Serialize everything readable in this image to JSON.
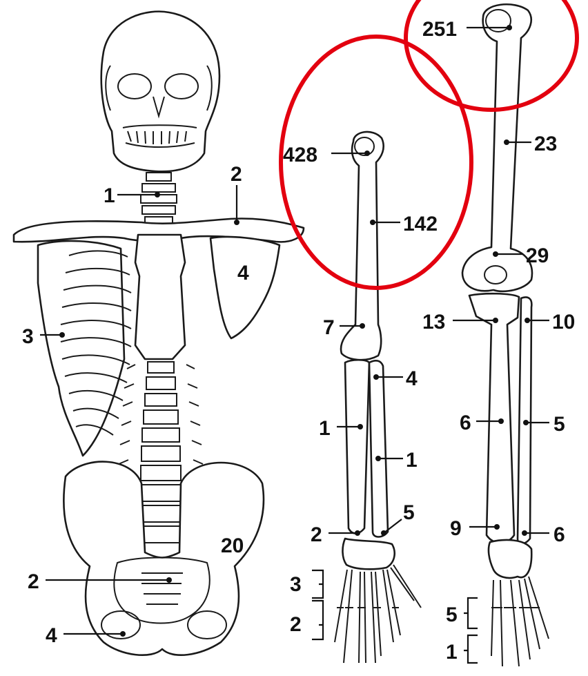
{
  "figure": {
    "colors": {
      "outline": "#1a1a1a",
      "label": "#111111",
      "highlight": "#e3000f",
      "background": "#ffffff"
    }
  },
  "torso": {
    "cervical": "1",
    "clavicle": "2",
    "scapula": "4",
    "ribs": "3",
    "pelvis": "20",
    "sacrum": "2",
    "coccyx": "4"
  },
  "arm": {
    "humerus_head": "428",
    "humerus_shaft": "142",
    "elbow": "7",
    "radius_top": "4",
    "ulna": "1",
    "radius": "1",
    "radius_distal": "5",
    "wrist": "2",
    "metacarpals": "3",
    "fingers": "2"
  },
  "leg": {
    "femur_head": "251",
    "femur_shaft": "23",
    "patella": "29",
    "tibia_top": "13",
    "fibula_top": "10",
    "tibia": "6",
    "fibula": "5",
    "tibia_distal": "9",
    "ankle": "6",
    "metatarsals": "5",
    "toes": "1"
  }
}
